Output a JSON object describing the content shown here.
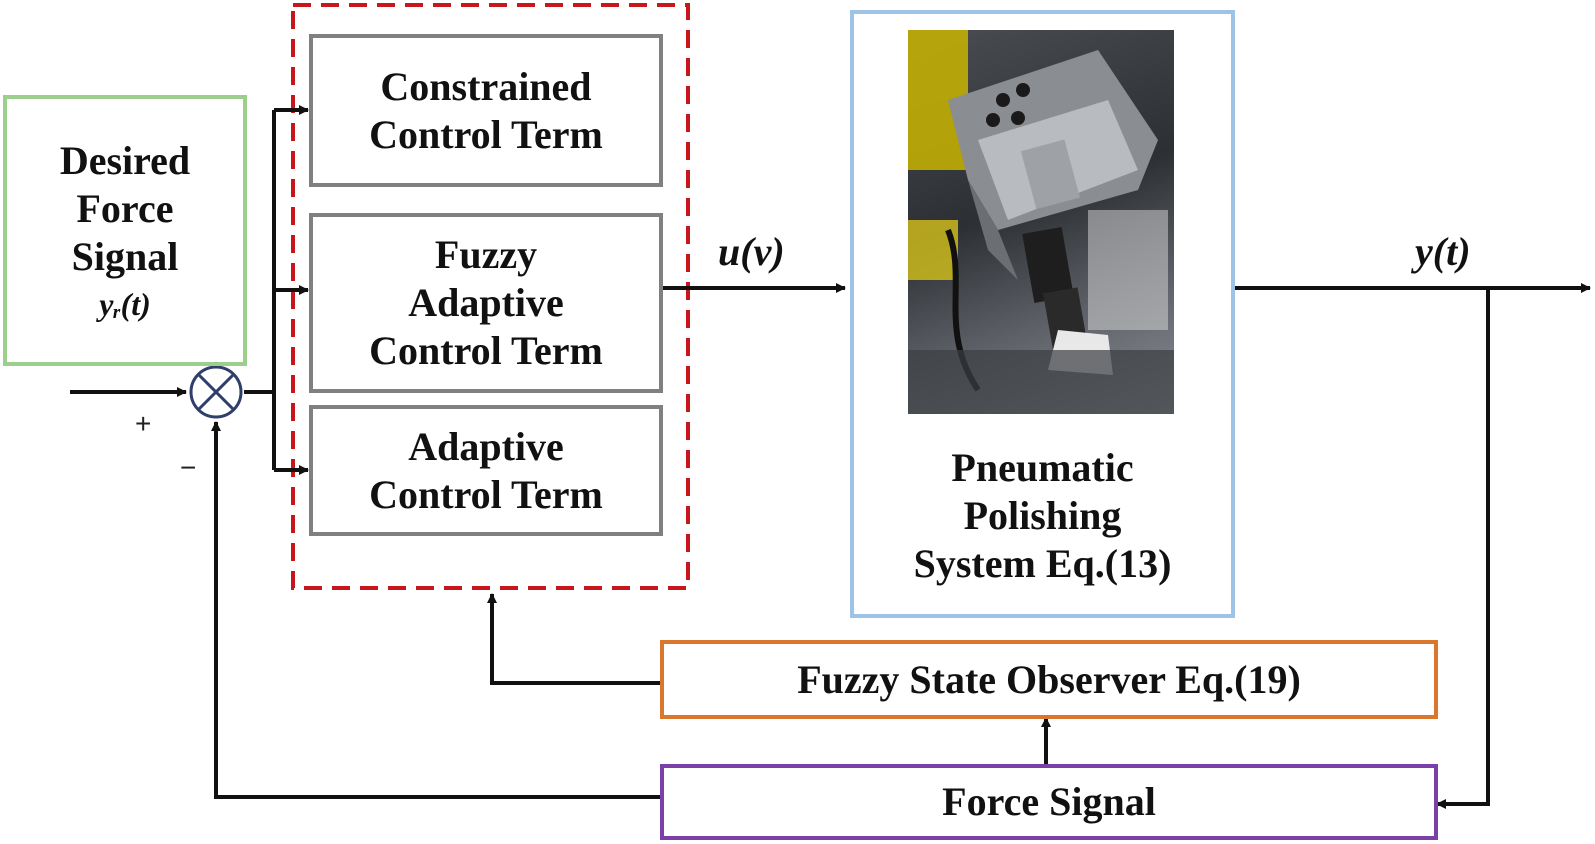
{
  "blocks": {
    "desired_force": {
      "lines": [
        "Desired",
        "Force",
        "Signal"
      ],
      "math": "yᵣ(t)"
    },
    "constrained": {
      "lines": [
        "Constrained",
        "Control Term"
      ]
    },
    "fuzzy_adaptive": {
      "lines": [
        "Fuzzy",
        "Adaptive",
        "Control Term"
      ]
    },
    "adaptive": {
      "lines": [
        "Adaptive",
        "Control Term"
      ]
    },
    "plant": {
      "lines": [
        "Pneumatic",
        "Polishing",
        "System Eq.(13)"
      ]
    },
    "observer": {
      "label": "Fuzzy State Observer Eq.(19)"
    },
    "force_signal": {
      "label": "Force Signal"
    }
  },
  "signals": {
    "control": "u(v)",
    "output": "y(t)"
  },
  "summing_junction": {
    "plus": "+",
    "minus": "−"
  },
  "colors": {
    "desired_border": "#9ccf8a",
    "control_block_border": "#808080",
    "controller_group_border": "#c8161d",
    "plant_border": "#9dc3e6",
    "observer_border": "#d9782c",
    "force_border": "#7b3fa8",
    "wire": "#111111",
    "junction_fill": "#ffffff",
    "junction_stroke": "#2f3e6a"
  }
}
